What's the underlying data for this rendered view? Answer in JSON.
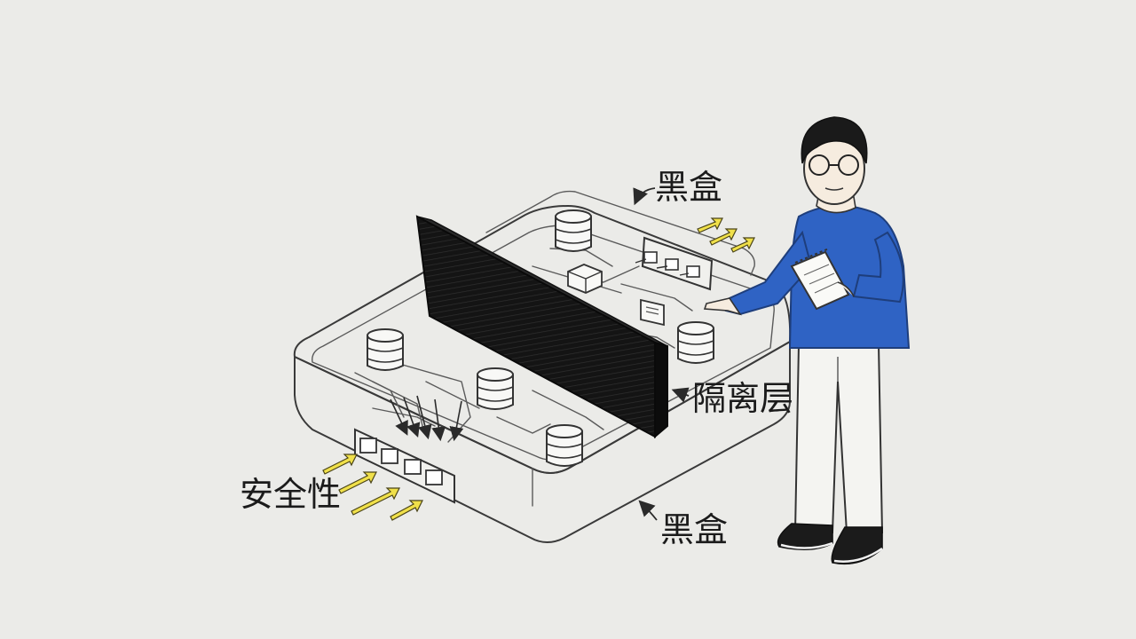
{
  "labels": {
    "top_black_box": "黑盒",
    "bottom_black_box": "黑盒",
    "isolation_layer": "隔离层",
    "security": "安全性"
  },
  "colors": {
    "background": "#ebebe8",
    "arrow_yellow": "#f0e04a",
    "sweater_blue": "#2f63c4",
    "barrier_black": "#151515"
  }
}
